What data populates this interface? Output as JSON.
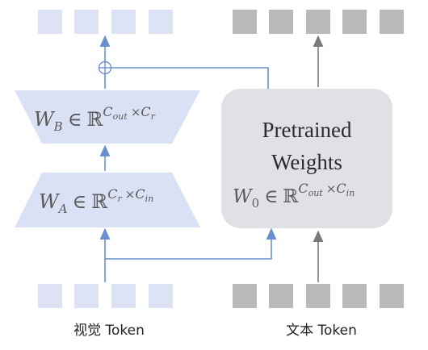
{
  "labels": {
    "visual_token": "视觉 Token",
    "text_token": "文本 Token"
  },
  "pretrained": {
    "line1": "Pretrained",
    "line2": "Weights",
    "weight_symbol": "W",
    "weight_subscript": "0",
    "superscript_a": "C",
    "superscript_a_sub": "out",
    "superscript_b": "C",
    "superscript_b_sub": "in"
  },
  "adapter_b": {
    "symbol": "W",
    "subscript": "B",
    "sup_a": "C",
    "sup_a_sub": "out",
    "sup_b": "C",
    "sup_b_sub": "r"
  },
  "adapter_a": {
    "symbol": "W",
    "subscript": "A",
    "sup_a": "C",
    "sup_a_sub": "r",
    "sup_b": "C",
    "sup_b_sub": "in"
  },
  "math_symbols": {
    "element_of": "∈",
    "reals": "ℝ",
    "times": "×"
  },
  "colors": {
    "visual_token": "#dde3f5",
    "text_token": "#b9b9b9",
    "adapter_fill": "#dbe1f4",
    "pretrained_fill": "#dfe1e6",
    "blue_line": "#6a8fcf",
    "gray_line": "#7a7a7a"
  }
}
